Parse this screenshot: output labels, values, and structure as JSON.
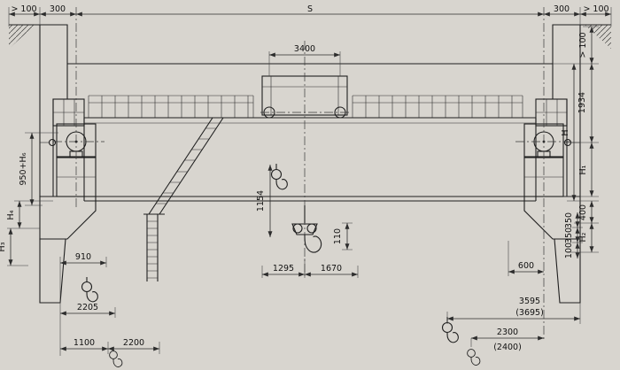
{
  "drawing": {
    "background": "#d8d5cf",
    "ink": "#1f1f1f",
    "labels": {
      "top": {
        "clearance_left": "> 100",
        "offset_left": "300",
        "span": "S",
        "offset_right": "300",
        "clearance_right": "> 100"
      },
      "trolley": {
        "gauge": "3400"
      },
      "right": {
        "clearance": "> 100",
        "d1934": "1934",
        "h": "H",
        "h1": "H₁",
        "d400": "400",
        "h2": "H₂",
        "d350a": "350",
        "d350b": "350",
        "d100": "100"
      },
      "left": {
        "d950h": "950+H₆",
        "h4": "H₄",
        "h3": "H₃"
      },
      "center": {
        "d1154": "1154",
        "d110": "110",
        "d1295": "1295",
        "d1670": "1670"
      },
      "bottom_left": {
        "d910": "910",
        "d2205": "2205",
        "d1100": "1100",
        "d2200": "2200"
      },
      "bottom_right": {
        "d600": "600",
        "d3595": "3595",
        "d3695": "(3695)",
        "d2300": "2300",
        "d2400": "(2400)"
      }
    }
  }
}
